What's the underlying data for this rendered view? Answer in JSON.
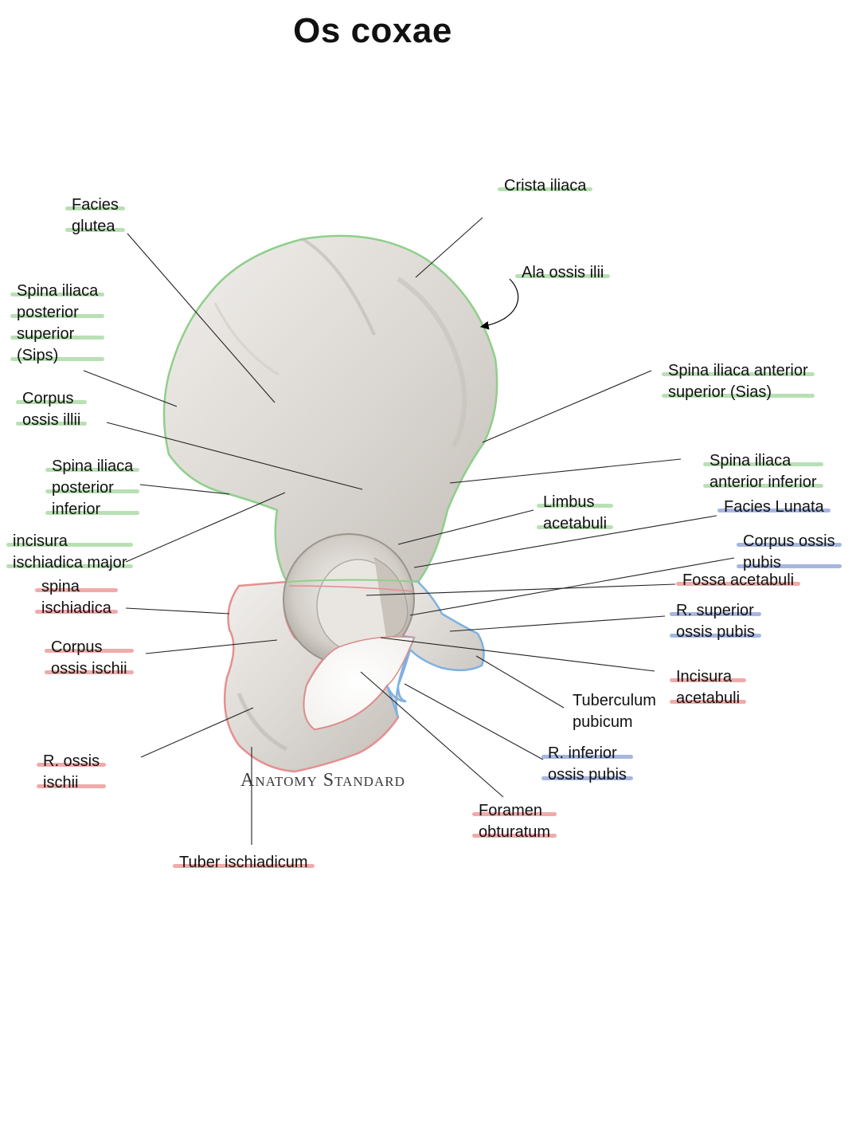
{
  "title": "Os coxae",
  "watermark": "Anatomy Standard",
  "colors": {
    "ilium": "#b9e0b4",
    "ischium": "#f0aaaa",
    "pubis": "#a6b6df"
  },
  "labels": {
    "facies_glutea": [
      "Facies",
      "glutea"
    ],
    "crista_iliaca": [
      "Crista iliaca"
    ],
    "ala_ossis_ilii": [
      "Ala ossis ilii"
    ],
    "sips": [
      "Spina iliaca",
      "posterior",
      "superior",
      "(Sips)"
    ],
    "sias": [
      "Spina iliaca anterior",
      "superior (Sias)"
    ],
    "corpus_ossis_ilii": [
      "Corpus",
      "ossis illii"
    ],
    "spina_iliaca_anterior_inferior": [
      "Spina iliaca",
      "anterior inferior"
    ],
    "spina_iliaca_posterior_inferior": [
      "Spina iliaca",
      "posterior",
      "inferior"
    ],
    "limbus_acetabuli": [
      "Limbus",
      "acetabuli"
    ],
    "facies_lunata": [
      "Facies Lunata"
    ],
    "incisura_ischiadica_major": [
      "incisura",
      "ischiadica major"
    ],
    "corpus_ossis_pubis": [
      "Corpus ossis",
      "pubis"
    ],
    "spina_ischiadica": [
      "spina",
      "ischiadica"
    ],
    "fossa_acetabuli": [
      "Fossa acetabuli"
    ],
    "r_superior_ossis_pubis": [
      "R. superior",
      "ossis pubis"
    ],
    "corpus_ossis_ischii": [
      "Corpus",
      "ossis ischii"
    ],
    "incisura_acetabuli": [
      "Incisura",
      "acetabuli"
    ],
    "tuberculum_pubicum": [
      "Tuberculum",
      "pubicum"
    ],
    "r_ossis_ischii": [
      "R. ossis",
      "ischii"
    ],
    "r_inferior_ossis_pubis": [
      "R. inferior",
      "ossis pubis"
    ],
    "foramen_obturatum": [
      "Foramen",
      "obturatum"
    ],
    "tuber_ischiadicum": [
      "Tuber ischiadicum"
    ]
  }
}
